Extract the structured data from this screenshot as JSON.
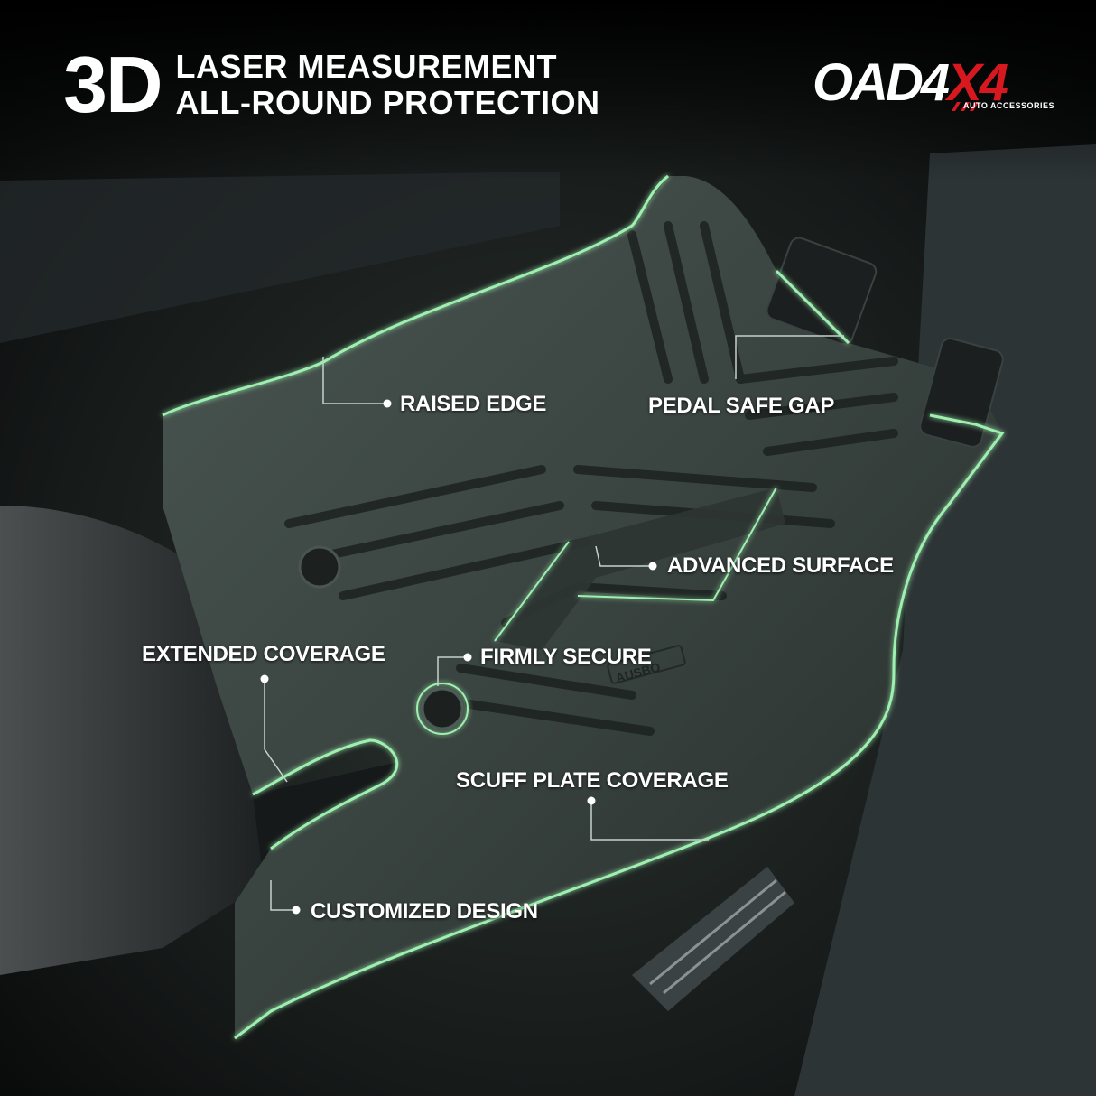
{
  "header": {
    "big_text": "3D",
    "line1": "LASER MEASUREMENT",
    "line2": "ALL-ROUND PROTECTION"
  },
  "logo": {
    "main_text": "OAD4",
    "accent_text": "X4",
    "sub_text": "AUTO ACCESSORIES",
    "accent_color": "#d7191f"
  },
  "callouts": {
    "raised_edge": "RAISED EDGE",
    "pedal_safe_gap": "PEDAL SAFE GAP",
    "advanced_surface": "ADVANCED SURFACE",
    "extended_coverage": "EXTENDED COVERAGE",
    "firmly_secure": "FIRMLY SECURE",
    "scuff_plate_coverage": "SCUFF PLATE COVERAGE",
    "customized_design": "CUSTOMIZED DESIGN"
  },
  "mat_embossed_text": "AUSBO",
  "colors": {
    "background": "#000000",
    "outline_glow": "#9ef0b0",
    "mat": "#3a4440",
    "text": "#ffffff"
  }
}
